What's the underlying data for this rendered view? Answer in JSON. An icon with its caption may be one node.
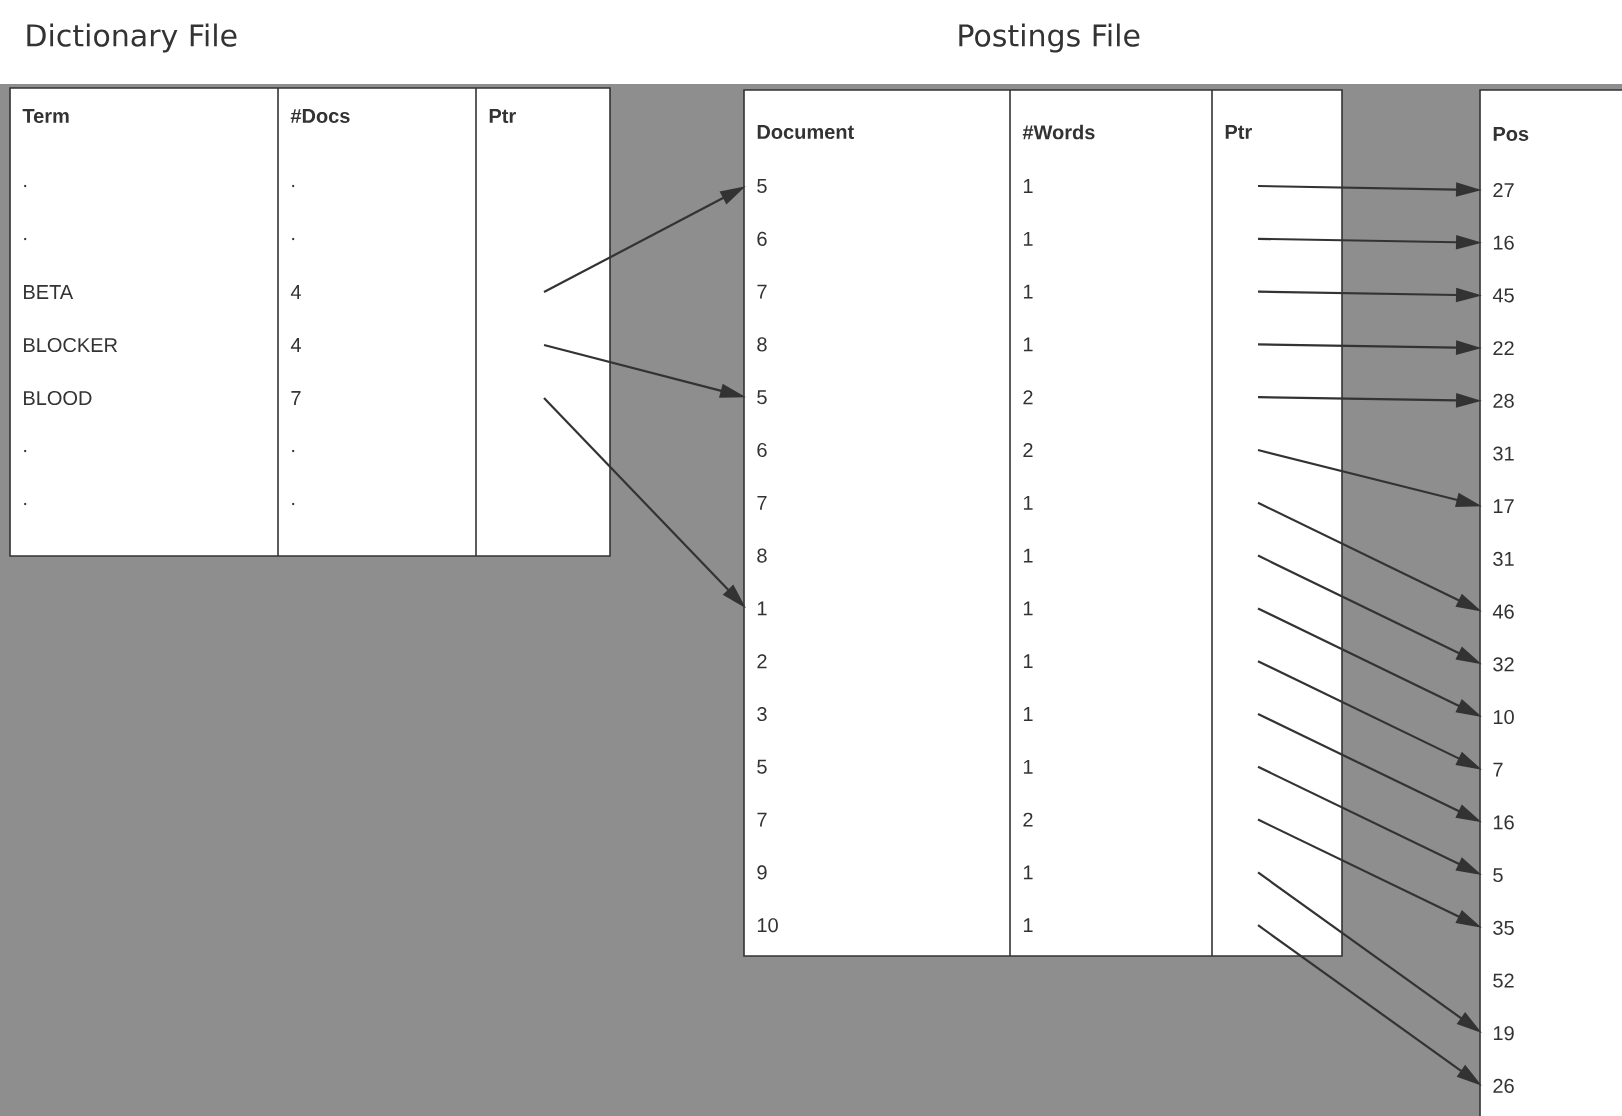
{
  "diagram": {
    "nodes": [
      {
        "text": [
          "Term",
          "#Docs",
          "Ptr"
        ]
      },
      {
        "text": [
          ".",
          "."
        ],
        "in": 0
      },
      {
        "text": [
          ".",
          "."
        ],
        "in": 0
      },
      {
        "text": [
          "BETA",
          "4"
        ],
        "in": 0
      },
      {
        "text": [
          "BLOCKER",
          "4"
        ],
        "in": 0
      },
      {
        "text": [
          "BLOOD",
          "7"
        ],
        "in": 0
      },
      {
        "text": [
          ".",
          "."
        ],
        "in": 0
      },
      {
        "text": [
          ".",
          "."
        ],
        "in": 0
      },
      {
        "text": [
          "Document",
          "#Words",
          "Ptr"
        ]
      },
      {
        "text": [
          "5",
          "1"
        ],
        "in": 8
      },
      {
        "text": [
          "6",
          "1"
        ],
        "in": 8
      },
      {
        "text": [
          "7",
          "1"
        ],
        "in": 8
      },
      {
        "text": [
          "8",
          "1"
        ],
        "in": 8
      },
      {
        "text": [
          "5",
          "2"
        ],
        "in": 8
      },
      {
        "text": [
          "6",
          "2"
        ],
        "in": 8
      },
      {
        "text": [
          "7",
          "1"
        ],
        "in": 8
      },
      {
        "text": [
          "8",
          "1"
        ],
        "in": 8
      },
      {
        "text": [
          "1",
          "1"
        ],
        "in": 8
      },
      {
        "text": [
          "2",
          "1"
        ],
        "in": 8
      },
      {
        "text": [
          "3",
          "1"
        ],
        "in": 8
      },
      {
        "text": [
          "5",
          "1"
        ],
        "in": 8
      },
      {
        "text": [
          "7",
          "2"
        ],
        "in": 8
      },
      {
        "text": [
          "9",
          "1"
        ],
        "in": 8
      },
      {
        "text": [
          "10",
          "1"
        ],
        "in": 8
      },
      {
        "text": [
          "Pos"
        ]
      },
      {
        "text": [
          "27"
        ],
        "in": 24
      },
      {
        "text": [
          "16"
        ],
        "in": 24
      },
      {
        "text": [
          "45"
        ],
        "in": 24
      },
      {
        "text": [
          "22"
        ],
        "in": 24
      },
      {
        "text": [
          "28"
        ],
        "in": 24
      },
      {
        "text": [
          "31"
        ],
        "in": 24
      },
      {
        "text": [
          "17"
        ],
        "in": 24
      },
      {
        "text": [
          "31"
        ],
        "in": 24
      },
      {
        "text": [
          "46"
        ],
        "in": 24
      },
      {
        "text": [
          "32"
        ],
        "in": 24
      },
      {
        "text": [
          "10"
        ],
        "in": 24
      },
      {
        "text": [
          "7"
        ],
        "in": 24
      },
      {
        "text": [
          "16"
        ],
        "in": 24
      },
      {
        "text": [
          "5"
        ],
        "in": 24
      },
      {
        "text": [
          "35"
        ],
        "in": 24
      },
      {
        "text": [
          "52"
        ],
        "in": 24
      },
      {
        "text": [
          "19"
        ],
        "in": 24
      },
      {
        "text": [
          "26"
        ],
        "in": 24
      }
    ],
    "edges": [
      {
        "from": null,
        "to": 9,
        "arrow": "to"
      },
      {
        "from": null,
        "to": 13,
        "arrow": "to"
      },
      {
        "from": null,
        "to": 17,
        "arrow": "to"
      },
      {
        "from": null,
        "to": 25,
        "arrow": "to"
      },
      {
        "from": null,
        "to": 26,
        "arrow": "to"
      },
      {
        "from": null,
        "to": 27,
        "arrow": "to"
      },
      {
        "from": null,
        "to": 28,
        "arrow": "to"
      },
      {
        "from": null,
        "to": 29,
        "arrow": "to"
      },
      {
        "from": null,
        "to": 31,
        "arrow": "to"
      },
      {
        "from": null,
        "to": 33,
        "arrow": "to"
      },
      {
        "from": null,
        "to": 34,
        "arrow": "to"
      },
      {
        "from": null,
        "to": 35,
        "arrow": "to"
      },
      {
        "from": null,
        "to": 36,
        "arrow": "to"
      },
      {
        "from": null,
        "to": 37,
        "arrow": "to"
      },
      {
        "from": null,
        "to": 38,
        "arrow": "to"
      },
      {
        "from": null,
        "to": 39,
        "arrow": "to"
      },
      {
        "from": null,
        "to": 41,
        "arrow": "to"
      },
      {
        "from": null,
        "to": 42,
        "arrow": "to"
      }
    ],
    "labels": [
      "Dictionary File",
      "Postings File"
    ]
  }
}
